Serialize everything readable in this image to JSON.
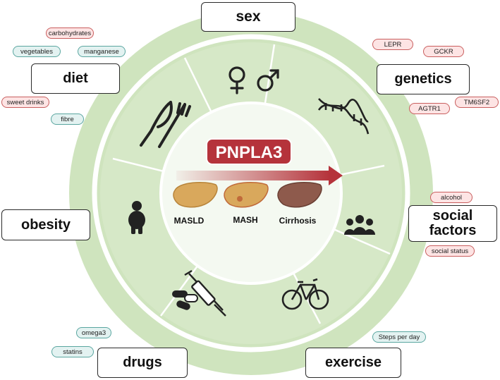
{
  "center": {
    "gene": "PNPLA3",
    "stages": [
      "MASLD",
      "MASH",
      "Cirrhosis"
    ]
  },
  "factors": {
    "sex": "sex",
    "genetics": "genetics",
    "social": "social\nfactors",
    "exercise": "exercise",
    "drugs": "drugs",
    "obesity": "obesity",
    "diet": "diet"
  },
  "tags": {
    "diet": [
      "carbohydrates",
      "vegetables",
      "manganese",
      "sweet drinks",
      "fibre"
    ],
    "genetics": [
      "LEPR",
      "GCKR",
      "AGTR1",
      "TM6SF2"
    ],
    "social": [
      "alcohol",
      "social status"
    ],
    "exercise": [
      "Steps per day"
    ],
    "drugs": [
      "omega3",
      "statins"
    ]
  },
  "colors": {
    "outer_ring": "#cfe4be",
    "inner_disc": "#f4f9f1",
    "sector_fill": "#d6e8c7",
    "gene_banner": "#b5333b",
    "liver_healthy": "#d9a85c",
    "liver_cirrhosis": "#8e5a4c",
    "arrow": "#b5333b"
  },
  "icons": [
    "venus-mars-icon",
    "dna-icon",
    "group-icon",
    "bicycle-icon",
    "pills-syringe-icon",
    "person-icon",
    "fork-knife-icon"
  ]
}
